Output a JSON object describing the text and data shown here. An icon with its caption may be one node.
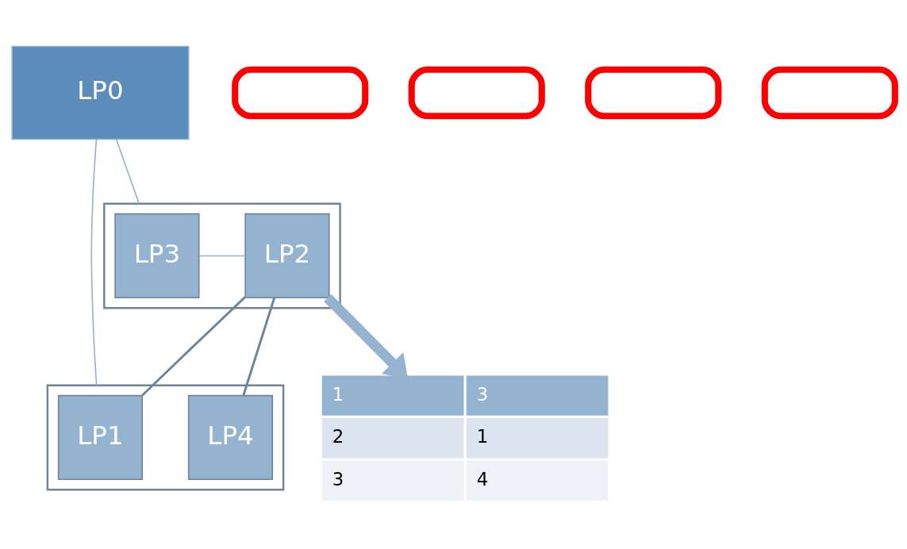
{
  "diagram": {
    "nodes": [
      {
        "text": [
          "LP0"
        ]
      },
      {
        "text": [],
        "shape": "box"
      },
      {
        "text": [
          "LP3"
        ],
        "in": 1
      },
      {
        "text": [
          "LP2"
        ],
        "in": 1
      },
      {
        "text": [],
        "shape": "box"
      },
      {
        "text": [
          "LP1"
        ],
        "in": 4
      },
      {
        "text": [
          "LP4"
        ],
        "in": 4
      },
      {
        "text": [
          "1",
          "3",
          "2",
          "1",
          "3",
          "4"
        ]
      },
      {
        "text": [],
        "shape": "box"
      },
      {
        "text": [],
        "shape": "box"
      },
      {
        "text": [],
        "shape": "box"
      },
      {
        "text": [],
        "shape": "box"
      }
    ],
    "edges": [
      {
        "from": 0,
        "to": 1,
        "arrow": "none"
      },
      {
        "from": 0,
        "to": 4,
        "arrow": "none"
      },
      {
        "from": 2,
        "to": 3,
        "arrow": "none"
      },
      {
        "from": 3,
        "to": 5,
        "arrow": "none",
        "color": "#6e8499"
      },
      {
        "from": 3,
        "to": 6,
        "arrow": "none",
        "color": "#6e8499"
      },
      {
        "from": 3,
        "to": 7,
        "arrow": "to",
        "style": "thick"
      }
    ]
  }
}
